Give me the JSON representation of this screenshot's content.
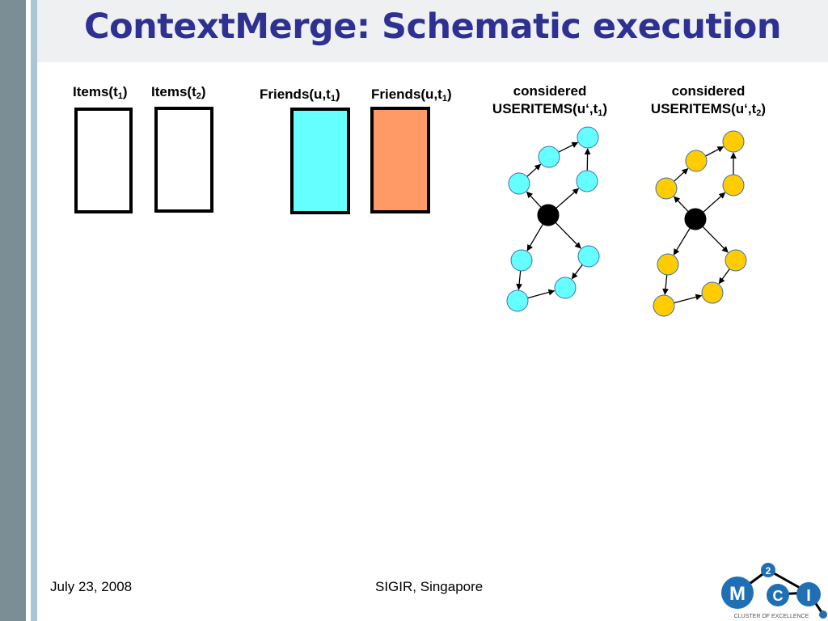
{
  "slide": {
    "title": "ContextMerge: Schematic execution"
  },
  "labels": {
    "items1": {
      "text": "Items(t",
      "sub": "1",
      "close": ")"
    },
    "items2": {
      "text": "Items(t",
      "sub": "2",
      "close": ")"
    },
    "friends1": {
      "text": "Friends(u,t",
      "sub": "1",
      "close": ")"
    },
    "friends2": {
      "text": "Friends(u,t",
      "sub": "1",
      "close": ")"
    },
    "useritems1": {
      "line1": "considered",
      "text": "USERITEMS(u‘,t",
      "sub": "1",
      "close": ")"
    },
    "useritems2": {
      "line1": "considered",
      "text": "USERITEMS(u‘,t",
      "sub": "2",
      "close": ")"
    }
  },
  "colors": {
    "title": "#2e3192",
    "friends1_fill": "#66ffff",
    "friends2_fill": "#ff9966",
    "graph1_node": "#66ffff",
    "graph2_node": "#ffcc00",
    "center_node": "#000000"
  },
  "footer": {
    "date": "July 23, 2008",
    "venue": "SIGIR, Singapore"
  },
  "logo": {
    "letters": [
      "M",
      "2",
      "C",
      "I"
    ],
    "caption": "CLUSTER OF EXCELLENCE"
  }
}
